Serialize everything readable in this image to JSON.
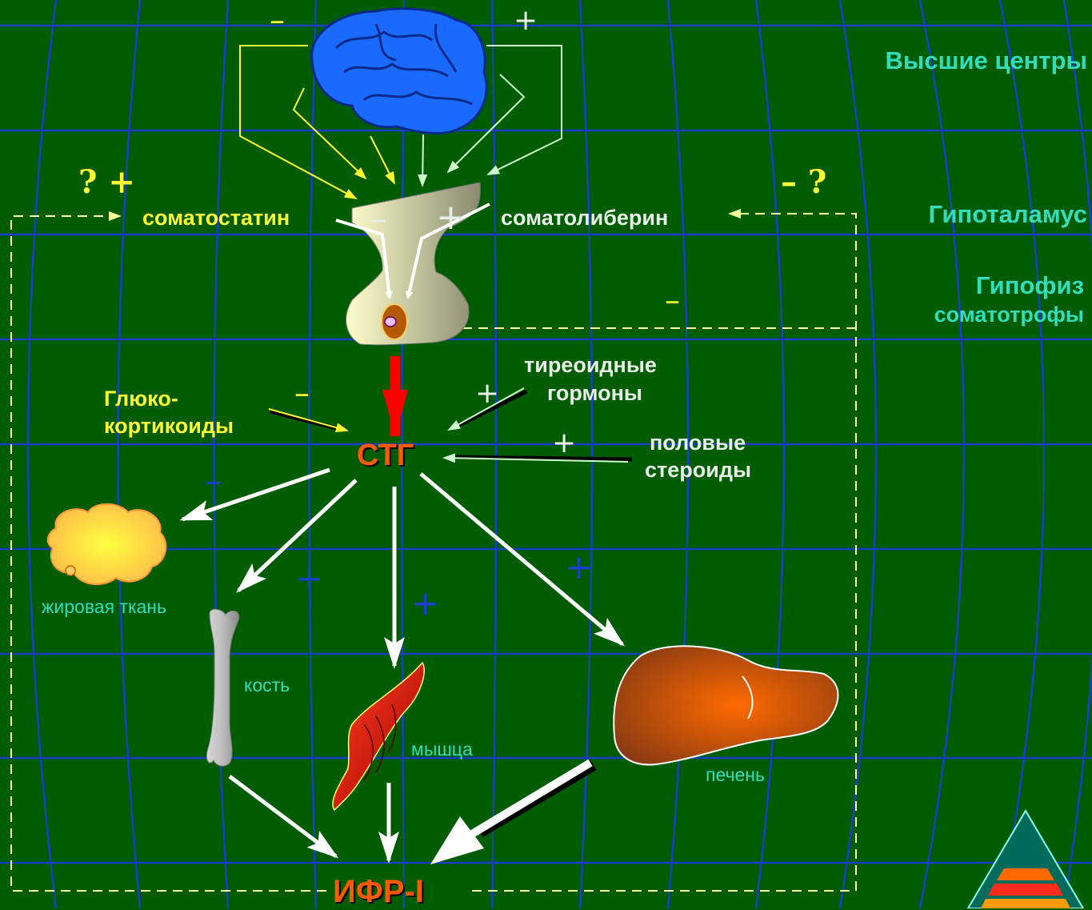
{
  "levels": {
    "higher_centers": "Высшие центры",
    "hypothalamus": "Гипоталамус",
    "pituitary": "Гипофиз",
    "somatotrophs": "соматотрофы"
  },
  "hormones": {
    "somatostatin": "соматостатин",
    "somatoliberin": "соматолиберин",
    "gh": "СТГ",
    "igf": "ИФР-I"
  },
  "modulators": {
    "glucocorticoids_1": "Глюко-",
    "glucocorticoids_2": "кортикоиды",
    "thyroid_1": "тиреоидные",
    "thyroid_2": "гормоны",
    "sex_1": "половые",
    "sex_2": "стероиды"
  },
  "tissues": {
    "fat": "жировая ткань",
    "bone": "кость",
    "muscle": "мышца",
    "liver": "печень"
  },
  "signs": {
    "plus": "+",
    "minus": "–",
    "question_plus": "? +",
    "minus_question": "– ?"
  },
  "colors": {
    "background": "#005c00",
    "grid": "#1a3fc8",
    "level_text": "#33ddbb",
    "gh_text": "#ff5a00",
    "positive_hormone_text": "#e6f0e6",
    "negative_hormone_text": "#ffff33",
    "dashed_feedback": "#ffff99"
  },
  "icons": [
    "brain-icon",
    "hypothalamus-pituitary-icon",
    "somatotroph-cell-icon",
    "adipose-tissue-icon",
    "bone-icon",
    "muscle-icon",
    "liver-icon",
    "pyramid-logo-icon"
  ]
}
